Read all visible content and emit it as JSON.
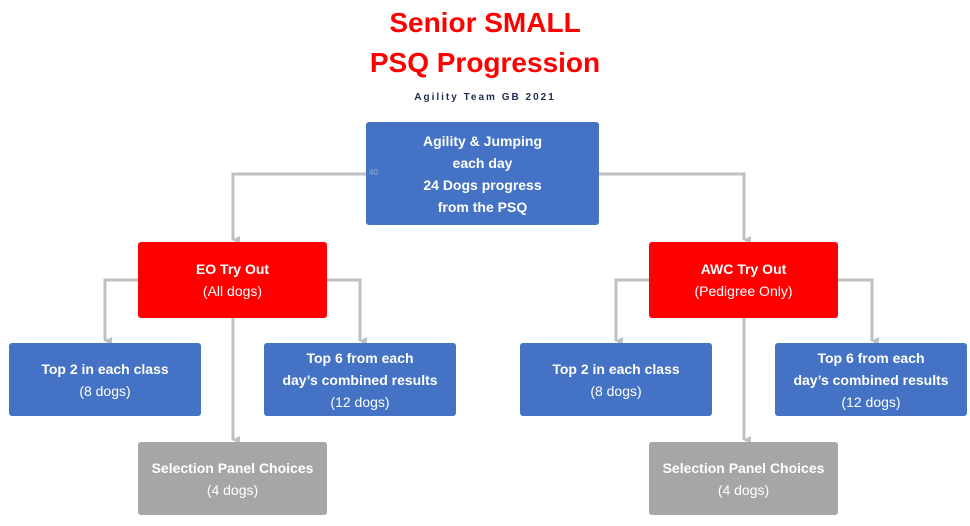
{
  "title": {
    "line1": "Senior SMALL",
    "line2": "PSQ Progression",
    "subtitle": "Agility Team GB 2021"
  },
  "colors": {
    "title": "#ff0000",
    "blue_box": "#4472c4",
    "red_box": "#ff0000",
    "grey_box": "#a6a6a6",
    "connector": "#c0c0c0"
  },
  "root": {
    "lines": [
      "Agility & Jumping",
      "each day",
      "24 Dogs progress",
      "from the PSQ"
    ],
    "tag": "40"
  },
  "eo": {
    "title": "EO Try Out",
    "sub": "(All dogs)",
    "left": {
      "title": "Top 2 in each class",
      "sub": "(8 dogs)"
    },
    "right": {
      "title_line1": "Top 6 from each",
      "title_line2": "day’s combined results",
      "sub": "(12 dogs)"
    },
    "bottom": {
      "title": "Selection Panel Choices",
      "sub": "(4 dogs)"
    }
  },
  "awc": {
    "title": "AWC Try Out",
    "sub": "(Pedigree Only)",
    "left": {
      "title": "Top 2 in each class",
      "sub": "(8 dogs)"
    },
    "right": {
      "title_line1": "Top 6 from each",
      "title_line2": "day’s combined results",
      "sub": "(12 dogs)"
    },
    "bottom": {
      "title": "Selection Panel Choices",
      "sub": "(4 dogs)"
    }
  }
}
